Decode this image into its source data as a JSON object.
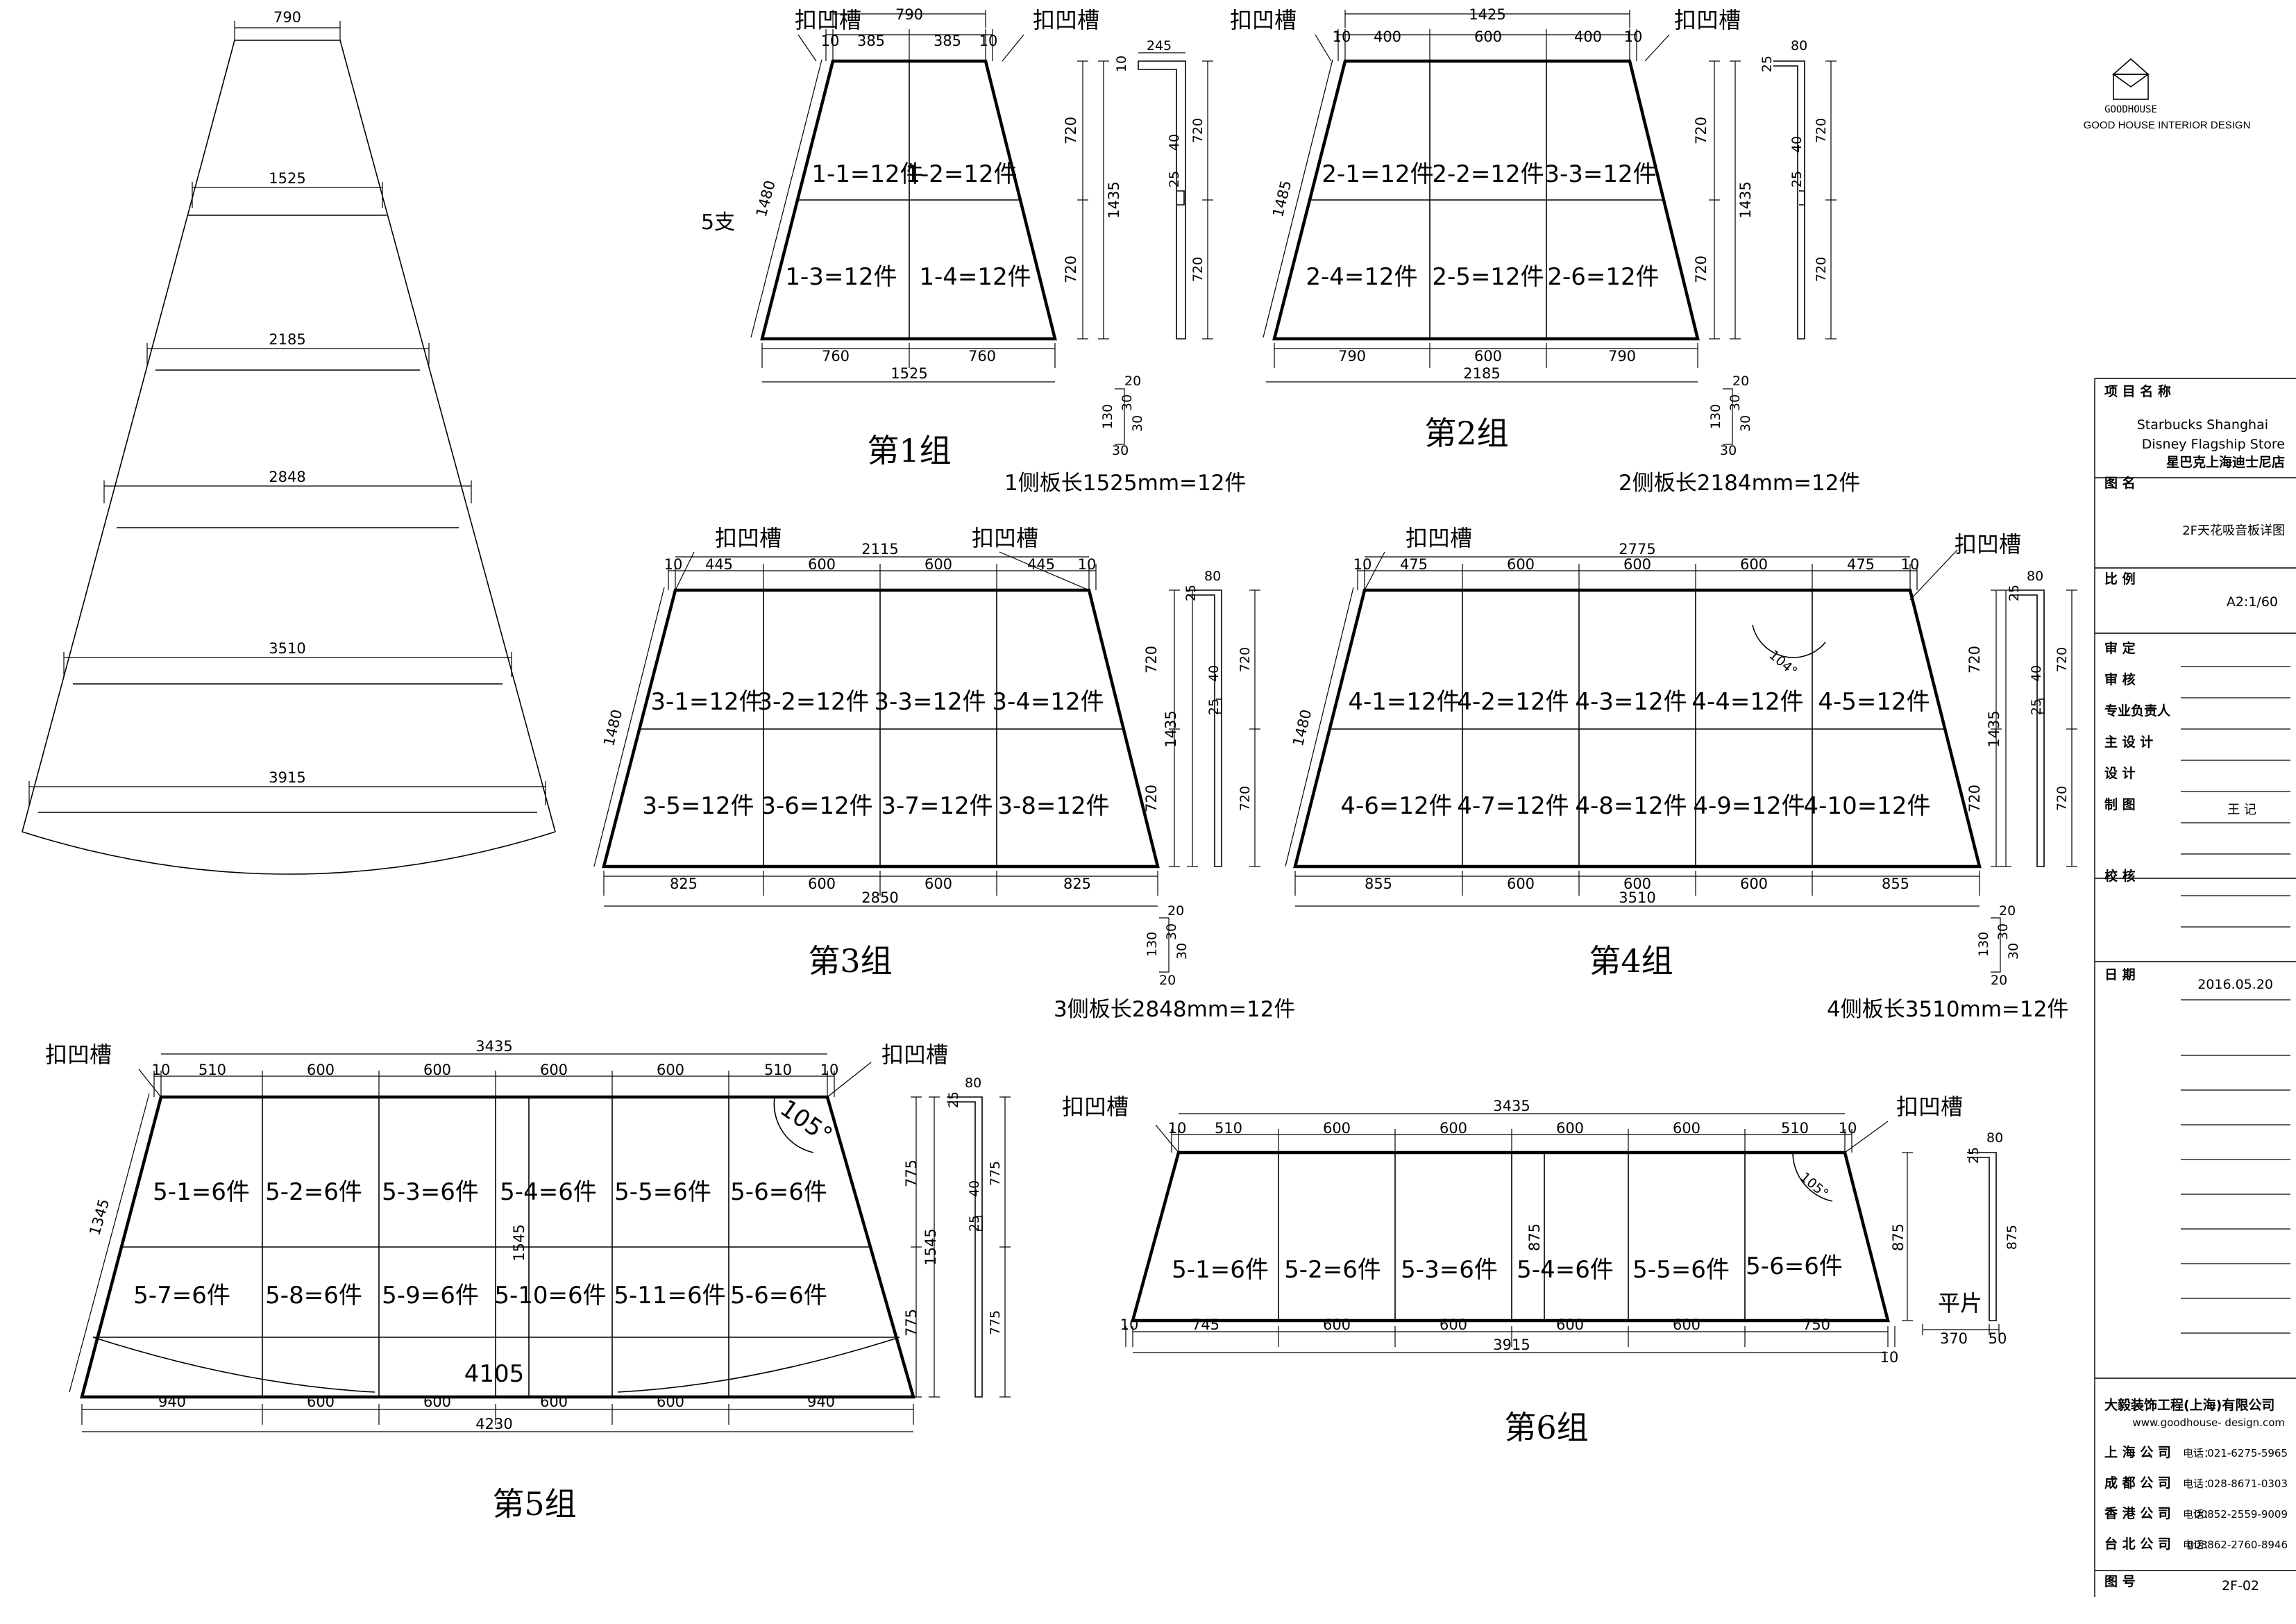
{
  "logo": {
    "mark": "GOODHOUSE",
    "caption": "GOOD HOUSE INTERIOR DESIGN"
  },
  "common": {
    "slot": "扣凹槽",
    "flat": "平片"
  },
  "overview": {
    "widths": [
      "790",
      "1525",
      "2185",
      "2848",
      "3510",
      "3915"
    ],
    "count": "5支"
  },
  "groups": [
    {
      "title": "第1组",
      "top": {
        "total": "790",
        "segs": [
          "10",
          "385",
          "385",
          "10"
        ]
      },
      "bottom": {
        "total": "1525",
        "segs": [
          "760",
          "760"
        ]
      },
      "slant": "1480",
      "heights": [
        "720",
        "720"
      ],
      "total_h": "1435",
      "panels": [
        "1-1=12件",
        "1-2=12件",
        "1-3=12件",
        "1-4=12件"
      ],
      "profile": {
        "flange": "245",
        "top": "10",
        "mid": "40",
        "gap": "25",
        "h1": "720",
        "h2": "720"
      },
      "detail": [
        "20",
        "130",
        "30",
        "30",
        "30"
      ],
      "side_note": "1侧板长1525mm=12件"
    },
    {
      "title": "第2组",
      "top": {
        "total": "1425",
        "segs": [
          "10",
          "400",
          "600",
          "400",
          "10"
        ]
      },
      "bottom": {
        "total": "2185",
        "segs": [
          "790",
          "600",
          "790"
        ]
      },
      "slant": "1485",
      "heights": [
        "720",
        "720"
      ],
      "total_h": "1435",
      "panels": [
        "2-1=12件",
        "2-2=12件",
        "3-3=12件",
        "2-4=12件",
        "2-5=12件",
        "2-6=12件"
      ],
      "profile": {
        "flange": "80",
        "top": "25",
        "mid": "40",
        "gap": "25",
        "h1": "720",
        "h2": "720"
      },
      "detail": [
        "20",
        "130",
        "30",
        "30",
        "30"
      ],
      "side_note": "2侧板长2184mm=12件"
    },
    {
      "title": "第3组",
      "top": {
        "total": "2115",
        "segs": [
          "10",
          "445",
          "600",
          "600",
          "445",
          "10"
        ]
      },
      "bottom": {
        "total": "2850",
        "segs": [
          "825",
          "600",
          "600",
          "825"
        ]
      },
      "slant": "1480",
      "heights": [
        "720",
        "720"
      ],
      "total_h": "1435",
      "panels": [
        "3-1=12件",
        "3-2=12件",
        "3-3=12件",
        "3-4=12件",
        "3-5=12件",
        "3-6=12件",
        "3-7=12件",
        "3-8=12件"
      ],
      "profile": {
        "flange": "80",
        "top": "25",
        "mid": "40",
        "gap": "25",
        "h1": "720",
        "h2": "720"
      },
      "detail": [
        "20",
        "130",
        "30",
        "30",
        "20"
      ],
      "side_note": "3侧板长2848mm=12件"
    },
    {
      "title": "第4组",
      "top": {
        "total": "2775",
        "segs": [
          "10",
          "475",
          "600",
          "600",
          "600",
          "475",
          "10"
        ]
      },
      "bottom": {
        "total": "3510",
        "segs": [
          "855",
          "600",
          "600",
          "600",
          "855"
        ]
      },
      "slant": "1480",
      "heights": [
        "720",
        "720"
      ],
      "total_h": "1435",
      "angle": "104°",
      "panels": [
        "4-1=12件",
        "4-2=12件",
        "4-3=12件",
        "4-4=12件",
        "4-5=12件",
        "4-6=12件",
        "4-7=12件",
        "4-8=12件",
        "4-9=12件",
        "4-10=12件"
      ],
      "profile": {
        "flange": "80",
        "top": "25",
        "mid": "40",
        "gap": "25",
        "h1": "720",
        "h2": "720"
      },
      "detail": [
        "20",
        "130",
        "30",
        "30",
        "20"
      ],
      "side_note": "4侧板长3510mm=12件"
    },
    {
      "title": "第5组",
      "top": {
        "total": "3435",
        "segs": [
          "10",
          "510",
          "600",
          "600",
          "600",
          "600",
          "510",
          "10"
        ]
      },
      "bottom": {
        "total": "4230",
        "segs": [
          "940",
          "600",
          "600",
          "600",
          "600",
          "940"
        ]
      },
      "slant": "1345",
      "heights": [
        "775",
        "775"
      ],
      "total_h": "1545",
      "inner_h": "1545",
      "angle": "105°",
      "chord": "4105",
      "panels": [
        "5-1=6件",
        "5-2=6件",
        "5-3=6件",
        "5-4=6件",
        "5-5=6件",
        "5-6=6件",
        "5-7=6件",
        "5-8=6件",
        "5-9=6件",
        "5-10=6件",
        "5-11=6件",
        "5-6=6件"
      ],
      "profile": {
        "flange": "80",
        "top": "25",
        "mid": "40",
        "gap": "25",
        "h1": "775",
        "h2": "775"
      }
    },
    {
      "title": "第6组",
      "top": {
        "total": "3435",
        "segs": [
          "10",
          "510",
          "600",
          "600",
          "600",
          "600",
          "510",
          "10"
        ]
      },
      "bottom": {
        "total": "3915",
        "segs": [
          "10",
          "745",
          "600",
          "600",
          "600",
          "600",
          "750",
          "10"
        ]
      },
      "height": "875",
      "inner_h": "875",
      "angle": "105°",
      "panels": [
        "5-1=6件",
        "5-2=6件",
        "5-3=6件",
        "5-4=6件",
        "5-5=6件",
        "5-6=6件"
      ],
      "profile": {
        "flange": "80",
        "top": "25",
        "h": "875",
        "len": "370",
        "tail": "50"
      }
    }
  ],
  "title_block": {
    "project_label": "项 目 名 称",
    "project_en1": "Starbucks Shanghai",
    "project_en2": "Disney Flagship Store",
    "project_cn": "星巴克上海迪士尼店",
    "drawing_label": "图 名",
    "drawing_name": "2F天花吸音板详图",
    "scale_label": "比 例",
    "scale": "A2:1/60",
    "roles": [
      "审 定",
      "审 核",
      "专业负责人",
      "主 设 计",
      "设 计",
      "制 图"
    ],
    "drafter": "王 记",
    "check_label": "校 核",
    "date_label": "日 期",
    "date": "2016.05.20",
    "company": "大毅装饰工程(上海)有限公司",
    "website": "www.goodhouse- design.com",
    "tel_label": "电话：",
    "offices": [
      {
        "name": "上 海 公 司",
        "tel": "021-6275-5965"
      },
      {
        "name": "成 都 公 司",
        "tel": "028-8671-0303"
      },
      {
        "name": "香 港 公 司",
        "tel": "00852-2559-9009"
      },
      {
        "name": "台 北 公 司",
        "tel": "008862-2760-8946"
      }
    ],
    "sheet_label": "图 号",
    "sheet": "2F-02"
  }
}
